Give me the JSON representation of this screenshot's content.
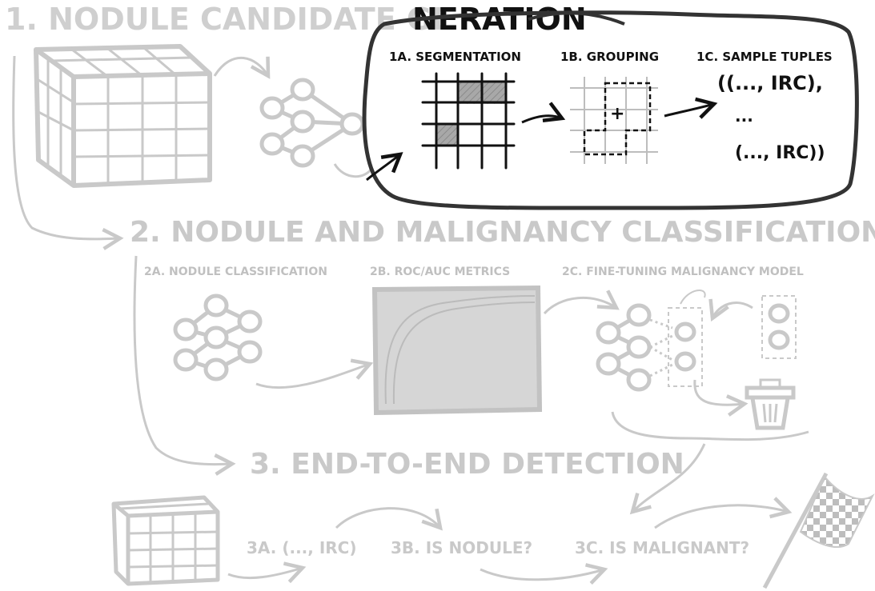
{
  "stage1": {
    "title_faded": "1. NODULE CANDIDATE GE",
    "title_highlight": "NERATION",
    "sub_a": "1A. SEGMENTATION",
    "sub_b": "1B. GROUPING",
    "sub_c": "1C. SAMPLE TUPLES",
    "tuple_first": "((..., IRC),",
    "tuple_dots": "...",
    "tuple_last": "(..., IRC))",
    "plus_symbol": "+"
  },
  "stage2": {
    "title": "2. NODULE AND MALIGNANCY CLASSIFICATION",
    "sub_a": "2A. NODULE CLASSIFICATION",
    "sub_b": "2B. ROC/AUC METRICS",
    "sub_c": "2C. FINE-TUNING MALIGNANCY MODEL"
  },
  "stage3": {
    "title": "3. END-TO-END DETECTION",
    "sub_a": "3A. (..., IRC)",
    "sub_b": "3B. IS NODULE?",
    "sub_c": "3C. IS MALIGNANT?"
  },
  "colors": {
    "faded": "#c9c9c9",
    "faded_dark": "#b5b5b5",
    "ink": "#111111",
    "highlight_border": "#333333",
    "fill_dark": "#9a9a9a",
    "fill_light": "#dcdcdc"
  }
}
